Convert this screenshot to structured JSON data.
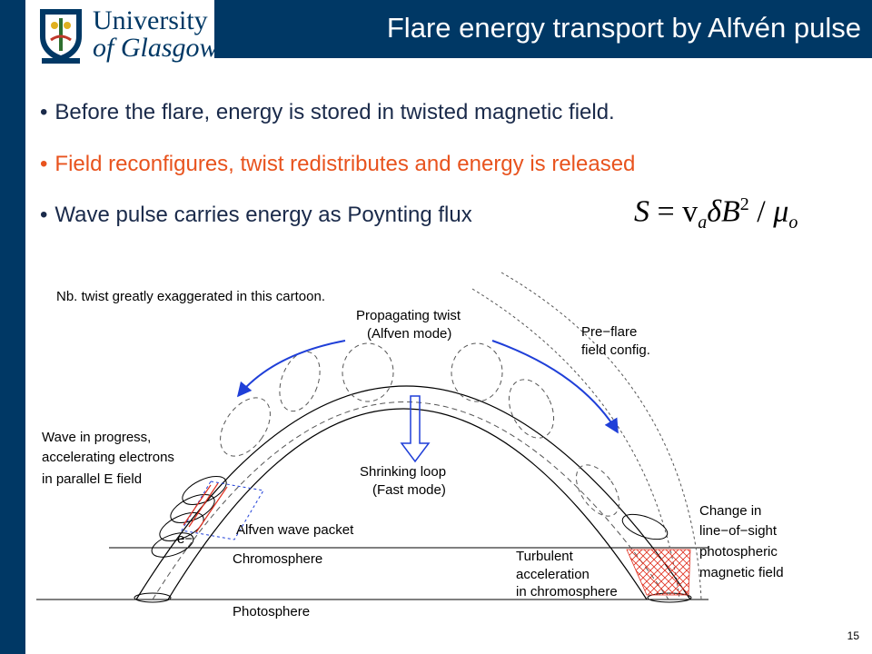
{
  "slide": {
    "title": "Flare energy transport by Alfvén pulse",
    "page_number": "15",
    "colors": {
      "brand": "#003865",
      "highlight": "#e8531e",
      "arrow": "#1f3fd8",
      "electron_paths": "#e03020"
    }
  },
  "logo": {
    "line1": "University",
    "line2": "of Glasgow",
    "crest": "university-crest-icon"
  },
  "bullets": [
    "Before the flare, energy is stored in twisted magnetic field.",
    "Field reconfigures, twist redistributes and energy is released",
    "Wave pulse carries energy as Poynting flux"
  ],
  "formula": {
    "s": "S",
    "eq": " = v",
    "sub_a": "a",
    "delta": "δ",
    "b": "B",
    "sup2": "2",
    "slash": " / ",
    "mu": "μ",
    "sub_o": "o"
  },
  "note": "Nb. twist greatly exaggerated in this cartoon.",
  "diagram_labels": {
    "propagating_1": "Propagating twist",
    "propagating_2": "(Alfven mode)",
    "preflare_1": "Pre−flare",
    "preflare_2": "field config.",
    "wave_1": "Wave in progress,",
    "wave_2": "accelerating electrons",
    "wave_3": "in parallel E field",
    "shrinking_1": "Shrinking loop",
    "shrinking_2": "(Fast mode)",
    "packet": "Alfven wave packet",
    "electron": "e−",
    "chromosphere": "Chromosphere",
    "photosphere": "Photosphere",
    "turbulent_1": "Turbulent",
    "turbulent_2": "acceleration",
    "turbulent_3": "in chromosphere",
    "change_1": "Change in",
    "change_2": "line−of−sight",
    "change_3": "photospheric",
    "change_4": "magnetic field"
  }
}
